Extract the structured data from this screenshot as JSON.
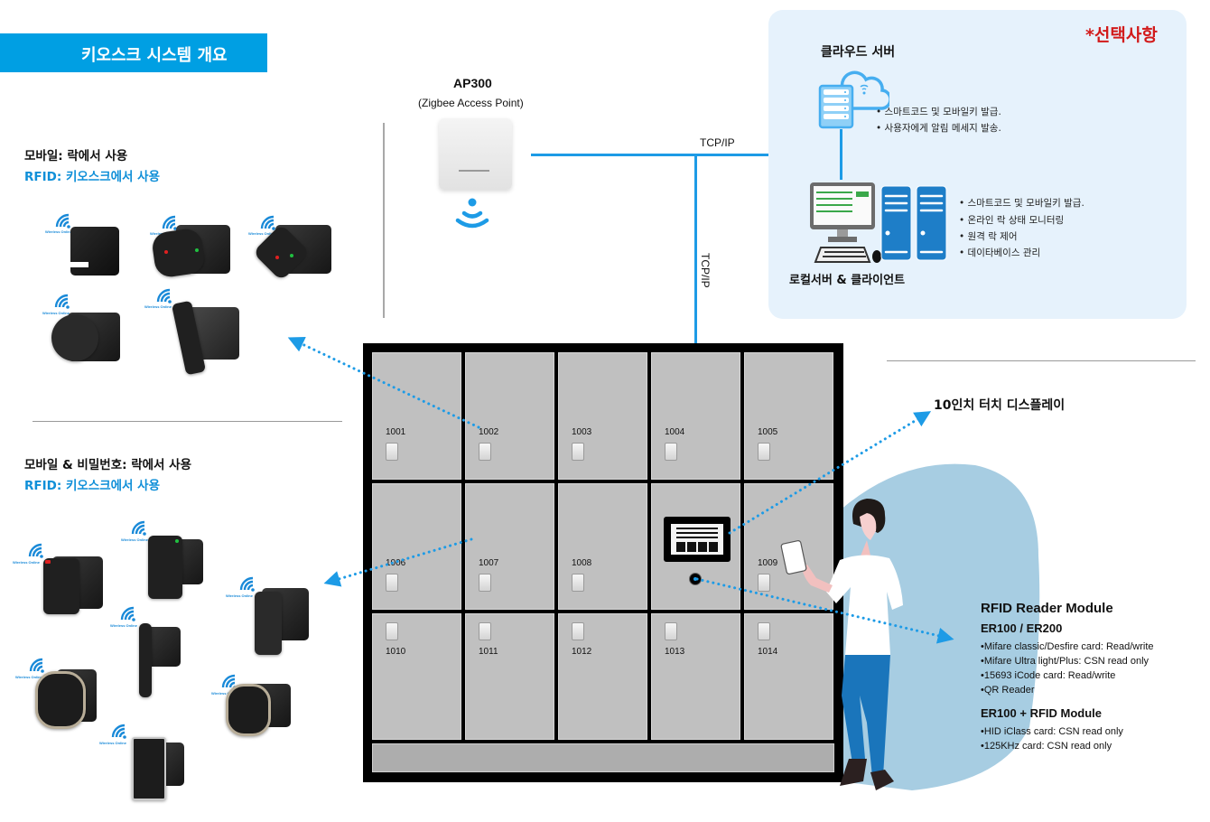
{
  "header": {
    "title": "키오스크 시스템 개요",
    "accent_color": "#009fe3"
  },
  "left_sections": [
    {
      "title": "모바일: 락에서 사용",
      "subtitle": "RFID: 키오스크에서 사용",
      "products": [
        {
          "name": "lock-product-1",
          "wifi_label": "Wireless Online"
        },
        {
          "name": "lock-product-2",
          "wifi_label": "Wireless Online"
        },
        {
          "name": "lock-product-3",
          "wifi_label": "Wireless Online"
        },
        {
          "name": "lock-product-4",
          "wifi_label": "Wireless Online"
        },
        {
          "name": "lock-product-5",
          "wifi_label": "Wireless Online"
        }
      ]
    },
    {
      "title": "모바일 & 비밀번호: 락에서 사용",
      "subtitle": "RFID: 키오스크에서 사용",
      "products": [
        {
          "name": "keypad-lock-1",
          "wifi_label": "Wireless Online"
        },
        {
          "name": "keypad-lock-2",
          "wifi_label": "Wireless Online"
        },
        {
          "name": "keypad-lock-3",
          "wifi_label": "Wireless Online"
        },
        {
          "name": "keypad-lock-4",
          "wifi_label": "Wireless Online"
        },
        {
          "name": "keypad-lock-5",
          "wifi_label": "Wireless Online"
        },
        {
          "name": "keypad-lock-6",
          "wifi_label": "Wireless Online"
        },
        {
          "name": "keypad-lock-7",
          "wifi_label": "Wireless Online"
        }
      ]
    }
  ],
  "access_point": {
    "title": "AP300",
    "subtitle": "(Zigbee Access Point)"
  },
  "network": {
    "horizontal_label": "TCP/IP",
    "vertical_label": "TCP/IP",
    "wire_color": "#1d9be6"
  },
  "cloud_panel": {
    "optional_label": "*선택사항",
    "optional_color": "#d21a1a",
    "cloud_title": "클라우드 서버",
    "cloud_bullets": [
      "• 스마트코드 및 모바일키 발급.",
      "• 사용자에게 알림 메세지 발송."
    ],
    "local_title": "로컬서버 & 클라이언트",
    "local_bullets": [
      "• 스마트코드 및 모바일키 발급.",
      "• 온라인 락 상태 모니터링",
      "• 원격 락 제어",
      "• 데이타베이스 관리"
    ]
  },
  "locker": {
    "doors": [
      "1001",
      "1002",
      "1003",
      "1004",
      "1005",
      "1006",
      "1007",
      "1008",
      "",
      "1009",
      "1010",
      "1011",
      "1012",
      "1013",
      "1014"
    ]
  },
  "display_label": "10인치 터치 디스플레이",
  "rfid": {
    "title": "RFID Reader Module",
    "group1_title": "ER100 / ER200",
    "group1_items": [
      "•Mifare classic/Desfire card: Read/write",
      "•Mifare Ultra light/Plus: CSN read only",
      "•15693 iCode card: Read/write",
      "•QR Reader"
    ],
    "group2_title": "ER100 + RFID Module",
    "group2_items": [
      "•HID iClass card: CSN read only",
      "•125KHz card: CSN read only"
    ]
  }
}
